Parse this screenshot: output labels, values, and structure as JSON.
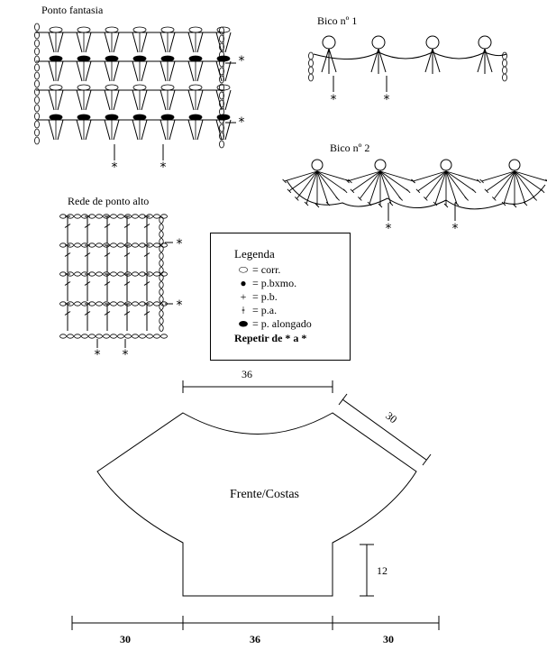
{
  "charts": {
    "ponto_fantasia": {
      "title": "Ponto fantasia"
    },
    "bico1": {
      "title": "Bico nº 1"
    },
    "bico2": {
      "title": "Bico nº 2"
    },
    "rede": {
      "title": "Rede de ponto alto"
    }
  },
  "repeat_mark": "*",
  "legend": {
    "title": "Legenda",
    "items": [
      {
        "symbol": "⬭",
        "text": "= corr."
      },
      {
        "symbol": "●",
        "text": "= p.bxmo."
      },
      {
        "symbol": "+",
        "text": "= p.b."
      },
      {
        "symbol": "ǂ",
        "text": "= p.a."
      },
      {
        "symbol": "⬬",
        "text": "= p. alongado"
      }
    ],
    "repeat": "Repetir de * a *"
  },
  "pattern": {
    "piece_label": "Frente/Costas",
    "dimensions": {
      "top": "36",
      "shoulder": "30",
      "side": "12",
      "bottom_left": "30",
      "bottom_center": "36",
      "bottom_right": "30"
    }
  }
}
